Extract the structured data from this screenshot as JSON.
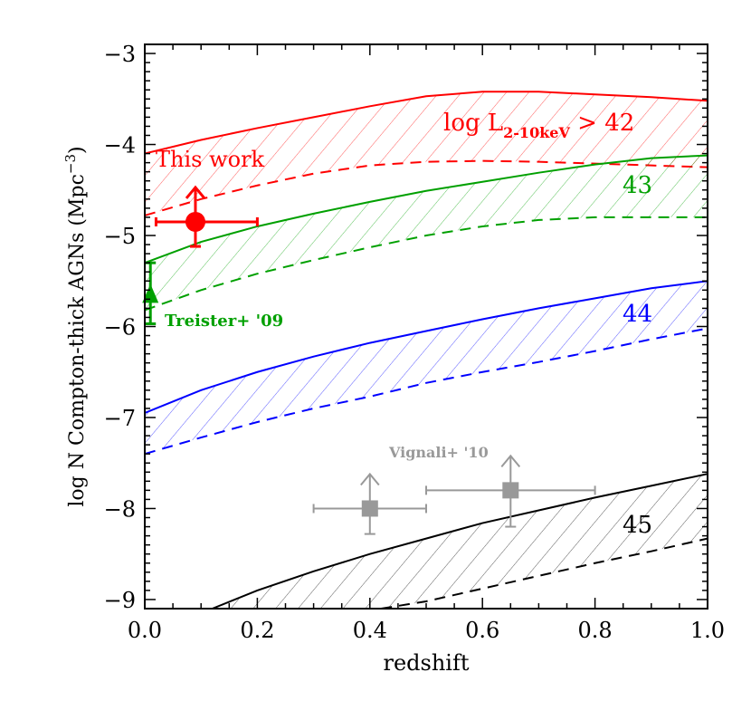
{
  "chart_data": {
    "type": "area",
    "title": "",
    "xlabel": "redshift",
    "ylabel": "log N Compton-thick AGNs (Mpc",
    "ylabel_sup": "-3",
    "ylabel_close": ")",
    "xlim": [
      0.0,
      1.0
    ],
    "ylim": [
      -9.1,
      -2.9
    ],
    "xticks": [
      "0.0",
      "0.2",
      "0.4",
      "0.6",
      "0.8",
      "1.0"
    ],
    "yticks": [
      "-3",
      "-4",
      "-5",
      "-6",
      "-7",
      "-8",
      "-9"
    ],
    "grid": false,
    "bands": [
      {
        "name": "log L2-10keV > 42",
        "label": "log L",
        "label_sub": "2-10keV",
        "label_tail": " > 42",
        "color": "#ff0000",
        "x": [
          0.0,
          0.1,
          0.2,
          0.3,
          0.4,
          0.5,
          0.6,
          0.7,
          0.8,
          0.9,
          1.0
        ],
        "upper": [
          -4.1,
          -3.95,
          -3.82,
          -3.7,
          -3.58,
          -3.47,
          -3.42,
          -3.42,
          -3.45,
          -3.48,
          -3.52
        ],
        "lower": [
          -4.78,
          -4.6,
          -4.45,
          -4.32,
          -4.23,
          -4.19,
          -4.18,
          -4.19,
          -4.21,
          -4.23,
          -4.25
        ]
      },
      {
        "name": "43",
        "label": "43",
        "color": "#00a000",
        "x": [
          0.0,
          0.1,
          0.2,
          0.3,
          0.4,
          0.5,
          0.6,
          0.7,
          0.8,
          0.9,
          1.0
        ],
        "upper": [
          -5.3,
          -5.07,
          -4.9,
          -4.76,
          -4.63,
          -4.51,
          -4.41,
          -4.31,
          -4.22,
          -4.15,
          -4.12
        ],
        "lower": [
          -5.82,
          -5.6,
          -5.42,
          -5.27,
          -5.13,
          -5.0,
          -4.9,
          -4.83,
          -4.8,
          -4.8,
          -4.8
        ]
      },
      {
        "name": "44",
        "label": "44",
        "color": "#0000ff",
        "x": [
          0.0,
          0.1,
          0.2,
          0.3,
          0.4,
          0.5,
          0.6,
          0.7,
          0.8,
          0.9,
          1.0
        ],
        "upper": [
          -6.95,
          -6.7,
          -6.5,
          -6.33,
          -6.18,
          -6.05,
          -5.92,
          -5.8,
          -5.69,
          -5.58,
          -5.5
        ],
        "lower": [
          -7.4,
          -7.22,
          -7.05,
          -6.9,
          -6.77,
          -6.62,
          -6.5,
          -6.39,
          -6.27,
          -6.14,
          -6.02
        ]
      },
      {
        "name": "45",
        "label": "45",
        "color": "#000000",
        "x": [
          0.12,
          0.2,
          0.3,
          0.4,
          0.5,
          0.6,
          0.7,
          0.8,
          0.9,
          1.0
        ],
        "upper": [
          -9.1,
          -8.9,
          -8.69,
          -8.5,
          -8.33,
          -8.16,
          -8.02,
          -7.88,
          -7.75,
          -7.62
        ],
        "lower_x": [
          0.42,
          0.5,
          0.6,
          0.7,
          0.8,
          0.9,
          1.0
        ],
        "lower": [
          -9.1,
          -9.02,
          -8.88,
          -8.74,
          -8.6,
          -8.47,
          -8.33
        ]
      }
    ],
    "points": [
      {
        "name": "This work",
        "label": "This work",
        "color": "#ff0000",
        "marker": "circle",
        "x": 0.09,
        "y": -4.85,
        "xerr": [
          0.07,
          0.11
        ],
        "yerr_low": 0.27,
        "lower_limit": true
      },
      {
        "name": "Treister+ '09",
        "label": "Treister+ '09",
        "color": "#00a000",
        "marker": "triangle",
        "x": 0.01,
        "y": -5.65,
        "yerr_up": 0.35,
        "yerr_low": 0.32
      },
      {
        "name": "Vignali+ '10 (z=0.4)",
        "label": "Vignali+ '10",
        "color": "#999999",
        "marker": "square",
        "x": 0.4,
        "y": -8.0,
        "xerr": [
          0.1,
          0.1
        ],
        "yerr_low": 0.28,
        "lower_limit": true
      },
      {
        "name": "Vignali+ '10 (z=0.65)",
        "color": "#999999",
        "marker": "square",
        "x": 0.65,
        "y": -7.8,
        "xerr": [
          0.15,
          0.15
        ],
        "yerr_low": 0.4,
        "lower_limit": true
      }
    ]
  }
}
